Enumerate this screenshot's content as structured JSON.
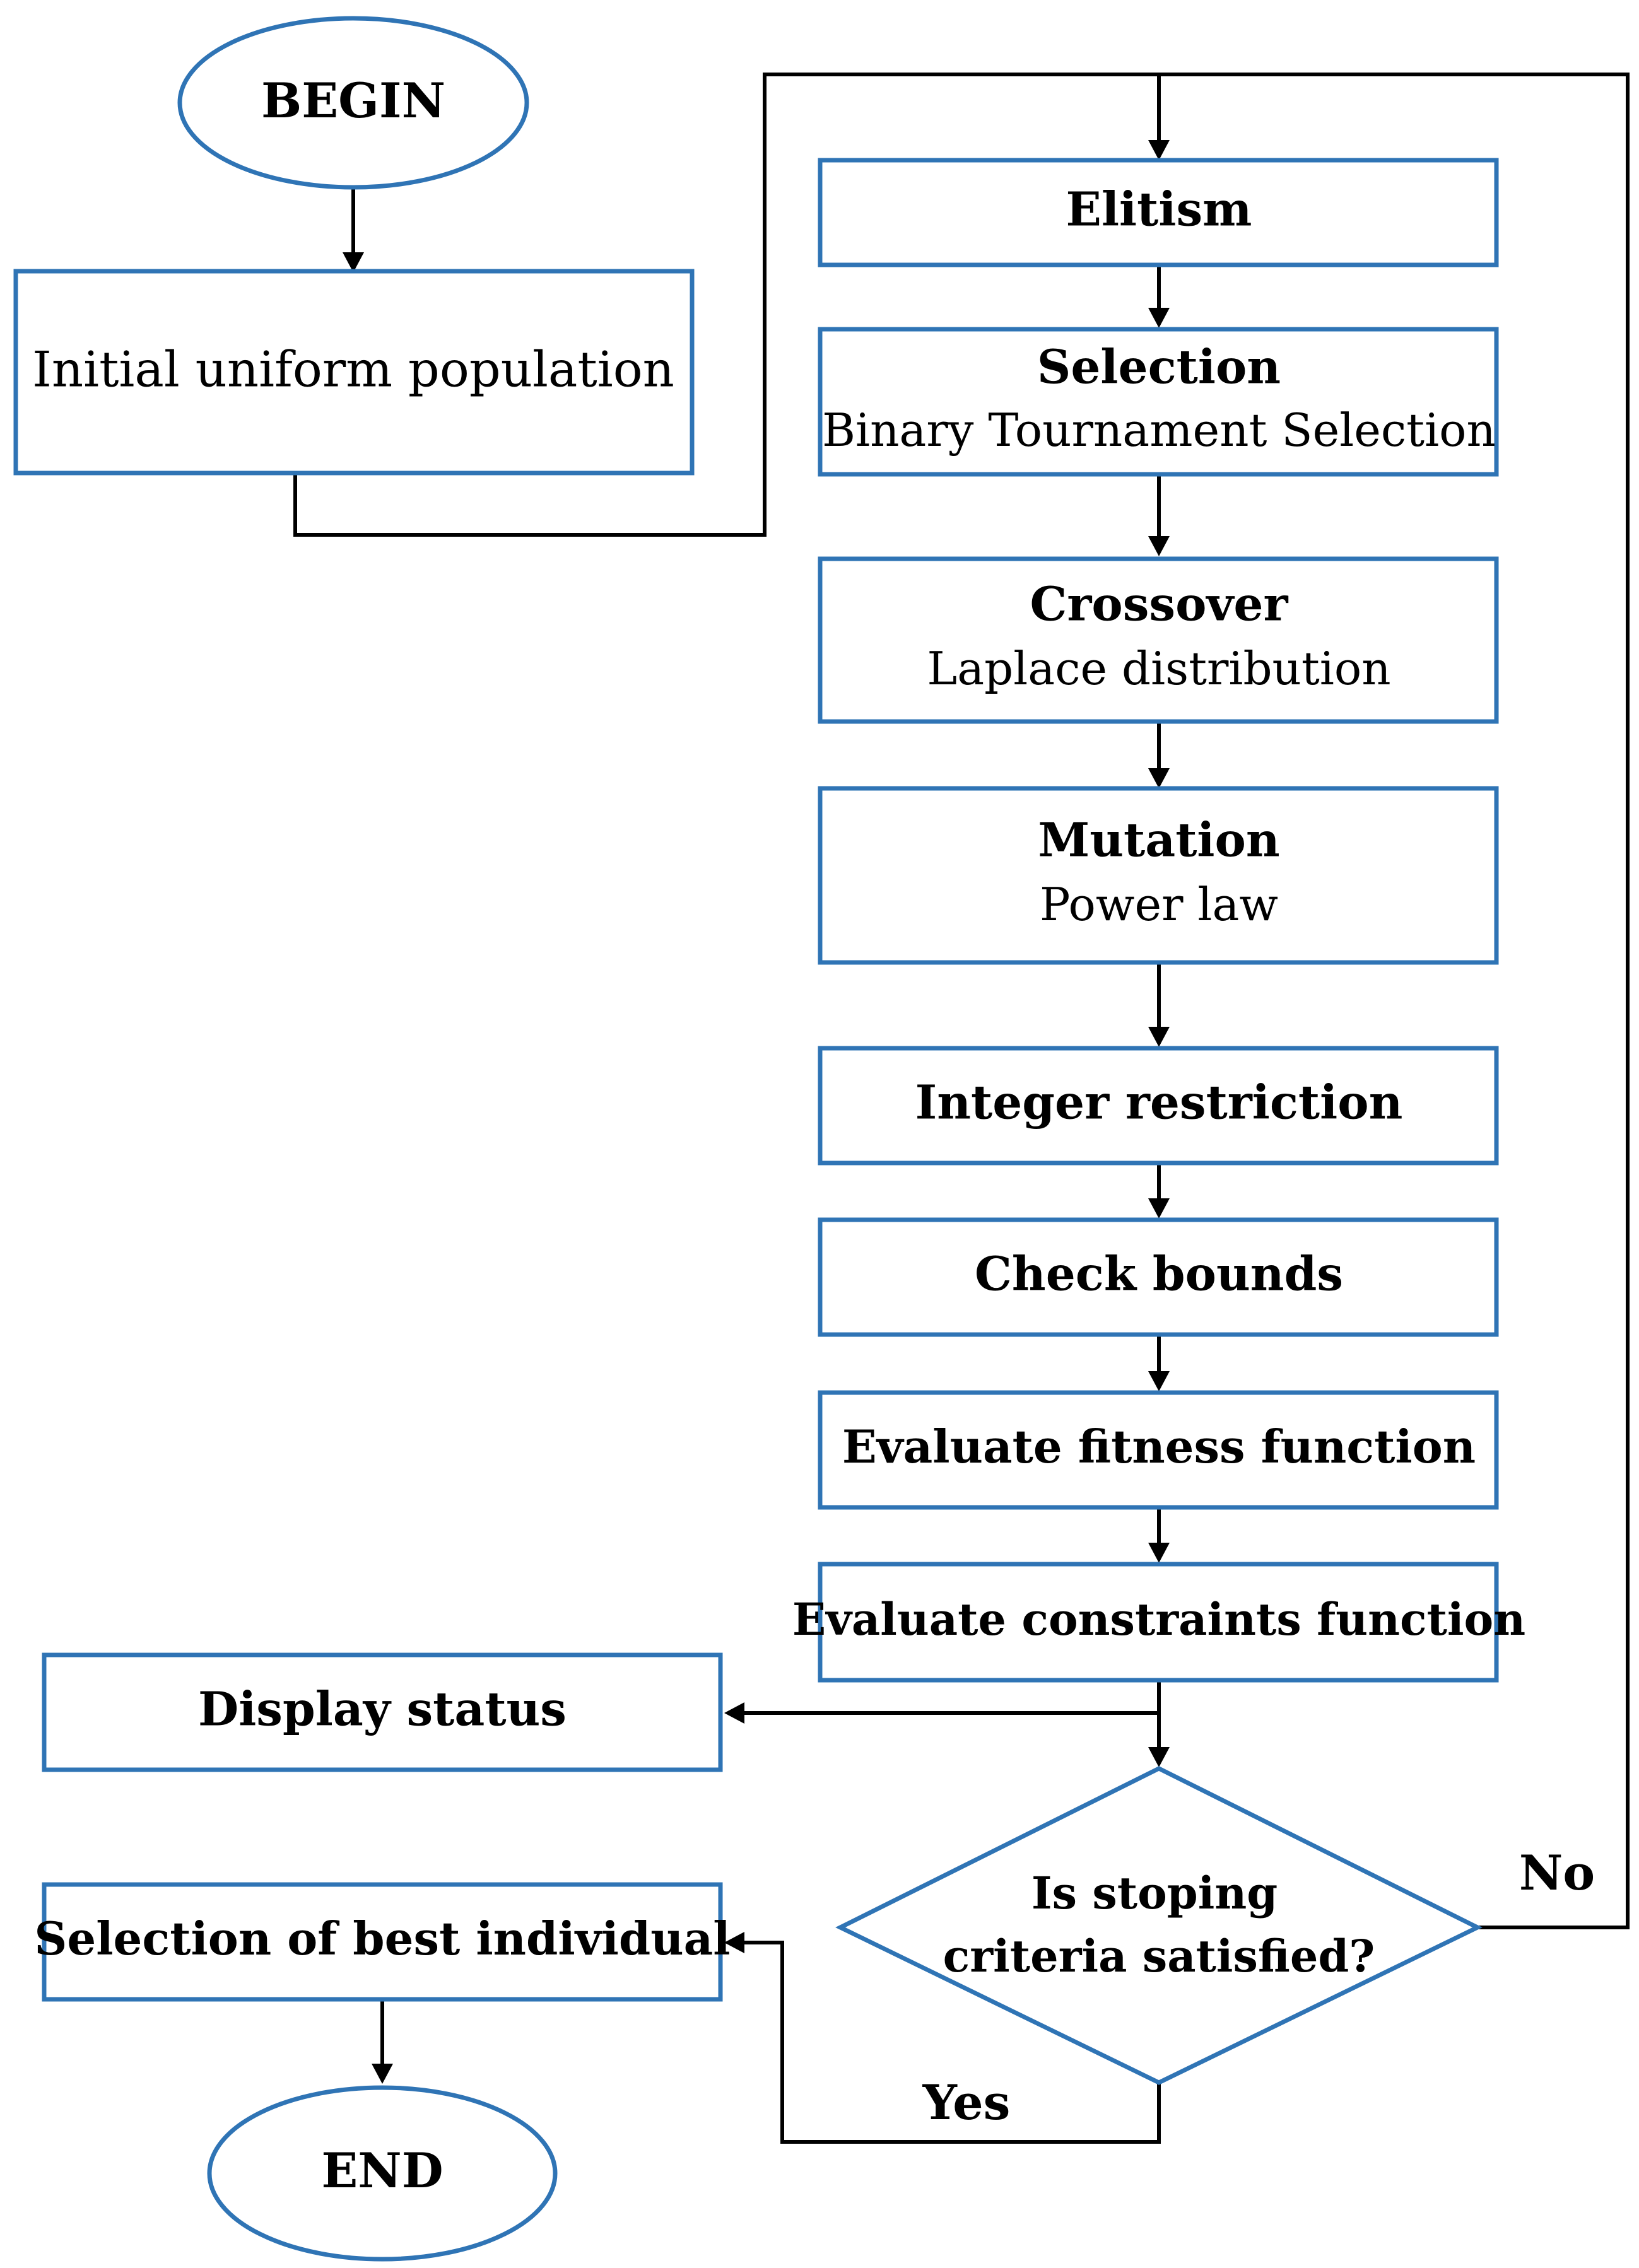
{
  "colors": {
    "node_border": "#2f74b5",
    "edge": "#000000",
    "background": "#ffffff",
    "text": "#000000"
  },
  "nodes": {
    "begin": {
      "label": "BEGIN"
    },
    "initial": {
      "label": "Initial uniform population"
    },
    "elitism": {
      "label": "Elitism"
    },
    "selection": {
      "label": "Selection",
      "sublabel": "Binary Tournament Selection"
    },
    "crossover": {
      "label": "Crossover",
      "sublabel": "Laplace distribution"
    },
    "mutation": {
      "label": "Mutation",
      "sublabel": "Power law"
    },
    "integer": {
      "label": "Integer restriction"
    },
    "bounds": {
      "label": "Check bounds"
    },
    "fitness": {
      "label": "Evaluate fitness function"
    },
    "constraints": {
      "label": "Evaluate constraints function"
    },
    "display": {
      "label": "Display status"
    },
    "decision": {
      "line1": "Is stoping",
      "line2": "criteria satisfied?"
    },
    "best": {
      "label": "Selection of best individual"
    },
    "end": {
      "label": "END"
    }
  },
  "edges": {
    "no_label": "No",
    "yes_label": "Yes"
  }
}
